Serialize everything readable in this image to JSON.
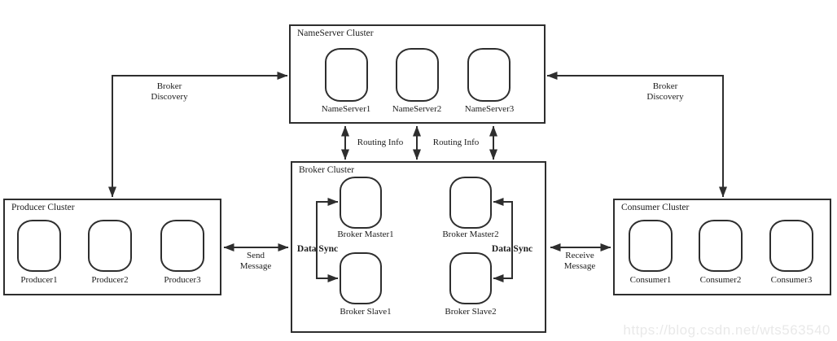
{
  "canvas": {
    "background": "#ffffff",
    "line_color": "#2e2e2e"
  },
  "clusters": {
    "nameserver": {
      "title": "NameServer Cluster",
      "nodes": [
        "NameServer1",
        "NameServer2",
        "NameServer3"
      ]
    },
    "producer": {
      "title": "Producer Cluster",
      "nodes": [
        "Producer1",
        "Producer2",
        "Producer3"
      ]
    },
    "broker": {
      "title": "Broker Cluster",
      "nodes": [
        "Broker Master1",
        "Broker Master2",
        "Broker Slave1",
        "Broker Slave2"
      ]
    },
    "consumer": {
      "title": "Consumer Cluster",
      "nodes": [
        "Consumer1",
        "Consumer2",
        "Consumer3"
      ]
    }
  },
  "edges": {
    "broker_discovery_left": {
      "line1": "Broker",
      "line2": "Discovery"
    },
    "broker_discovery_right": {
      "line1": "Broker",
      "line2": "Discovery"
    },
    "routing_info_left": "Routing Info",
    "routing_info_right": "Routing Info",
    "send_message": {
      "line1": "Send",
      "line2": "Message"
    },
    "receive_message": {
      "line1": "Receive",
      "line2": "Message"
    },
    "data_sync_left": "Data Sync",
    "data_sync_right": "Data Sync"
  },
  "watermark": "https://blog.csdn.net/wts563540"
}
